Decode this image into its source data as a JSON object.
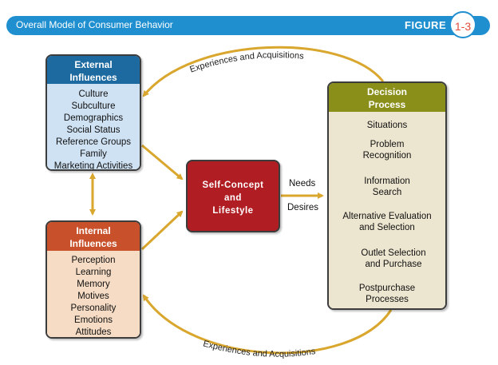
{
  "header": {
    "title": "Overall Model of Consumer Behavior",
    "figure_label": "FIGURE",
    "figure_number": "1-3"
  },
  "external": {
    "title": [
      "External",
      "Influences"
    ],
    "items": [
      "Culture",
      "Subculture",
      "Demographics",
      "Social Status",
      "Reference Groups",
      "Family",
      "Marketing Activities"
    ]
  },
  "internal": {
    "title": [
      "Internal",
      "Influences"
    ],
    "items": [
      "Perception",
      "Learning",
      "Memory",
      "Motives",
      "Personality",
      "Emotions",
      "Attitudes"
    ]
  },
  "self_concept": {
    "lines": [
      "Self-Concept",
      "and",
      "Lifestyle"
    ]
  },
  "needs_desires": {
    "needs": "Needs",
    "desires": "Desires"
  },
  "decision": {
    "title": [
      "Decision",
      "Process"
    ],
    "steps": [
      [
        "Situations"
      ],
      [
        "Problem",
        "Recognition"
      ],
      [
        "Information",
        "Search"
      ],
      [
        "Alternative Evaluation",
        "and Selection"
      ],
      [
        "Outlet Selection",
        "and Purchase"
      ],
      [
        "Postpurchase",
        "Processes"
      ]
    ]
  },
  "loop_labels": {
    "top": "Experiences and Acquisitions",
    "bottom": "Experiences and Acquisitions"
  },
  "colors": {
    "banner": "#1f8fd0",
    "external_head": "#1d6aa1",
    "external_body": "#cfe2f4",
    "internal_head": "#c8502a",
    "internal_body": "#f6dcc4",
    "self_concept": "#b01d22",
    "decision_head": "#8a8f1a",
    "decision_body": "#ece5cf",
    "arrow": "#d9a62e"
  }
}
